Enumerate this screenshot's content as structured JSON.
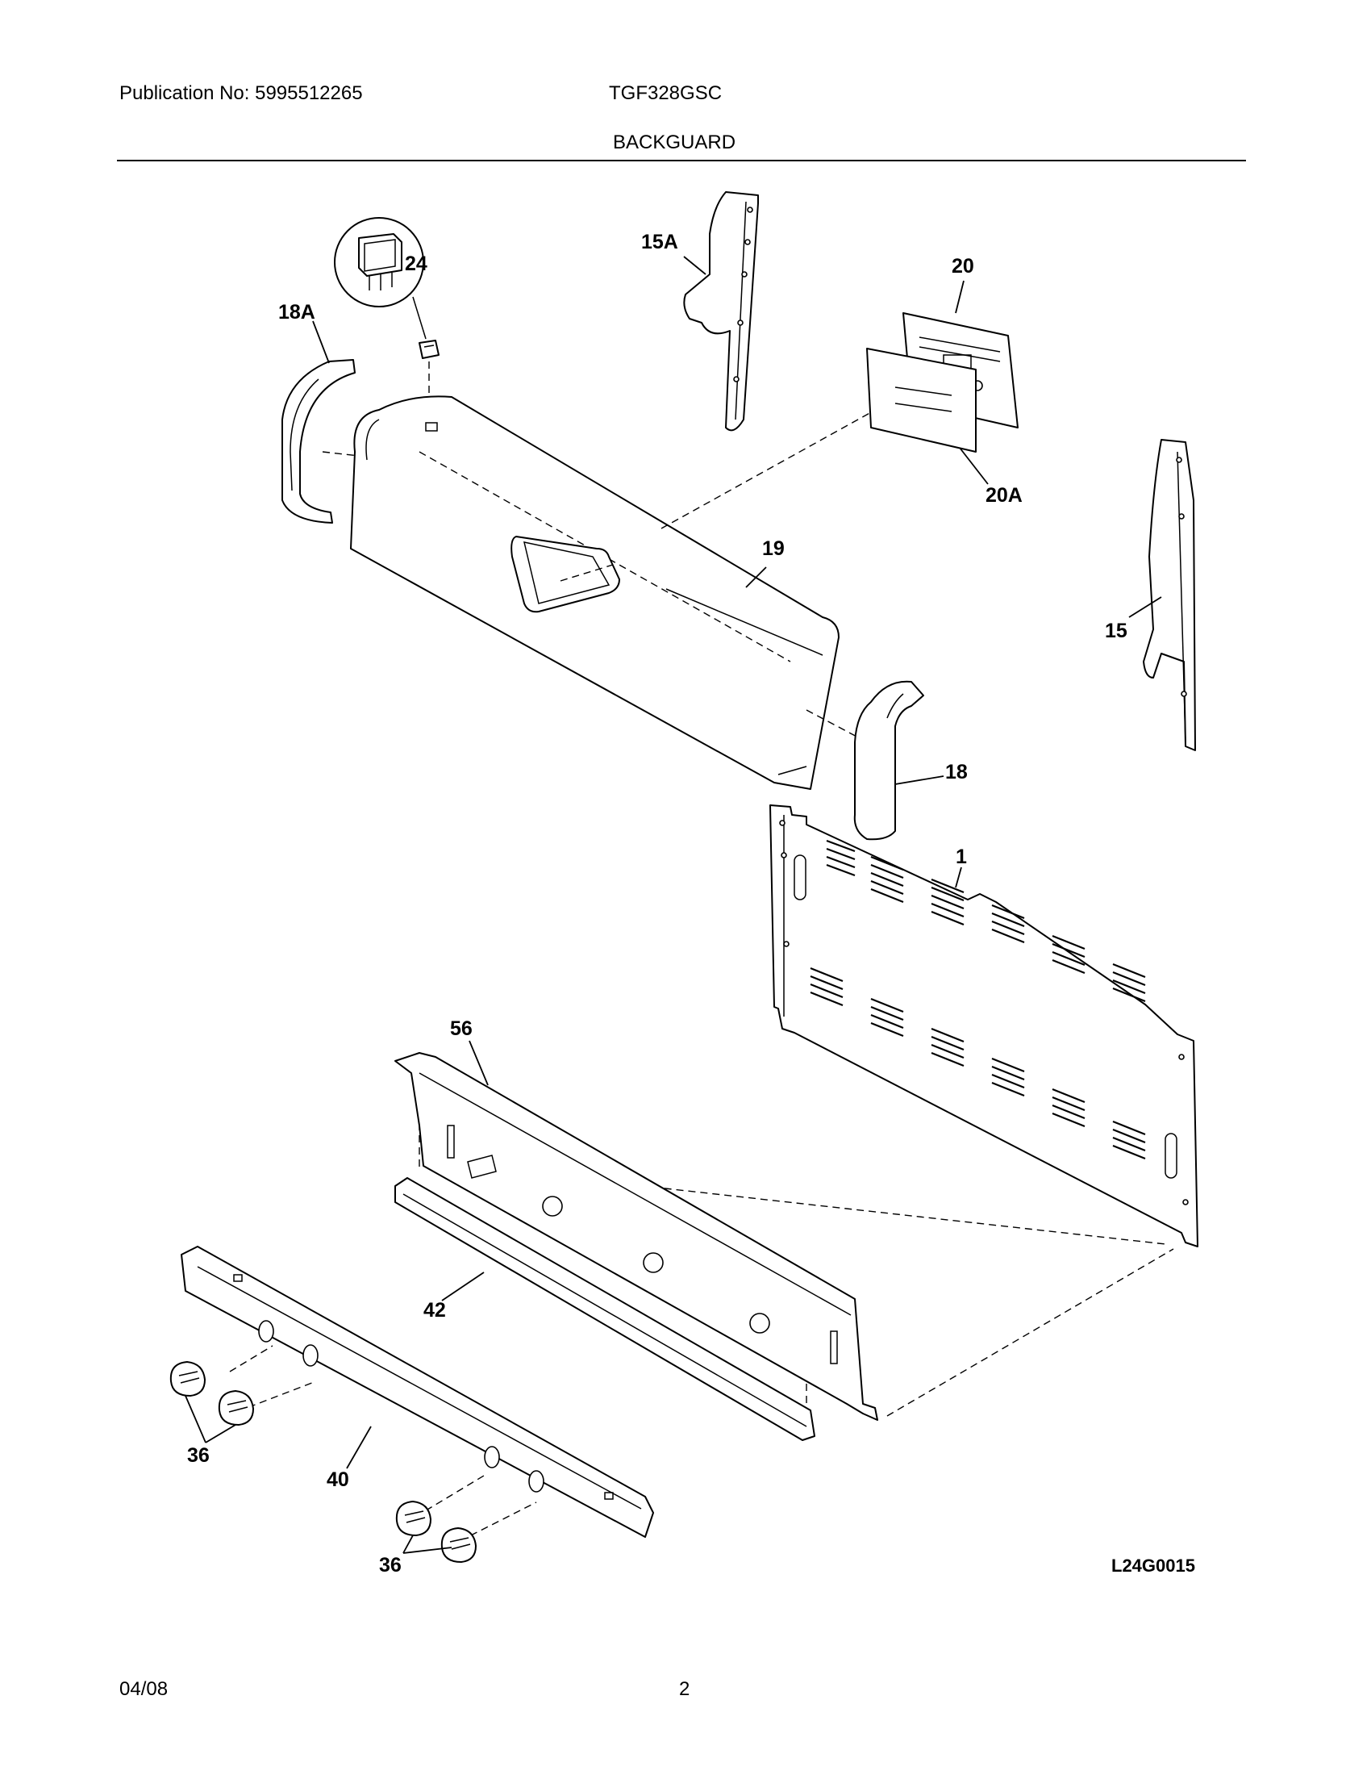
{
  "header": {
    "publication": "Publication No: 5995512265",
    "model": "TGF328GSC",
    "section_title": "BACKGUARD"
  },
  "footer": {
    "date": "04/08",
    "page_number": "2"
  },
  "diagram": {
    "drawing_code": "L24G0015",
    "callouts": {
      "p1": "1",
      "p15": "15",
      "p15a": "15A",
      "p18": "18",
      "p18a": "18A",
      "p19": "19",
      "p20": "20",
      "p20a": "20A",
      "p24": "24",
      "p36a": "36",
      "p36b": "36",
      "p40": "40",
      "p42": "42",
      "p56": "56"
    }
  }
}
